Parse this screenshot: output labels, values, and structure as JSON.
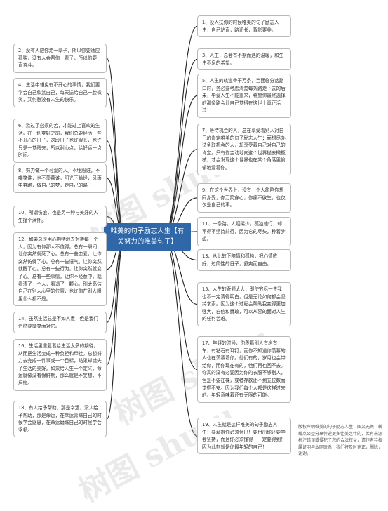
{
  "center_title": "唯美的句子励志人生【有关努力的唯美句子】",
  "left_nodes": [
    {
      "id": "n2",
      "text": "2、没有人陪你走一辈子，所以你要适应孤独，没有人会帮你一辈子，所以你要一直奋斗。"
    },
    {
      "id": "n4",
      "text": "4、生活中难免有不开心的事情，我们要学会自己欣赏自己，每天送给自己一脸微笑，又何愁没有人生的快乐。"
    },
    {
      "id": "n6",
      "text": "6、熬过了必须的苦，才能过上喜欢的生活。在一切变好之前，我们总要经历一些不开心的日子，这段日子也许很长，也许只是一觉醒来，所以耐心点，给好运一点时间。"
    },
    {
      "id": "n8",
      "text": "8、努力做一个可爱的人。不埋怨谁，不嘲笑谁，也不羡慕谁，阳光下灿烂，风雨中奔跑，做自己的梦，走自己的路~"
    },
    {
      "id": "n10",
      "text": "10、所谓伤痕，也是另一种与美好的人生撞个满怀。"
    },
    {
      "id": "n12",
      "text": "12、如果总是用心拘特地去对待每一个人，因为有你那人不值得。总有一瞬间，让你突然就死了心。总有一些恋爱，让你突然仿佛了心。总有一些语气，让你突然就醒了心。总有一些行为，让你突然就变了心。总有一些事情，让你不经意中，就看清了一个人，看透了一颗心。别太高估自己在别人心里的位置，也许你在别人眼里什么都不是。"
    },
    {
      "id": "n14",
      "text": "14、虽然生活总是不如人意，但是我们仍然要微笑面对它。"
    },
    {
      "id": "n16",
      "text": "16、生活里重复着给生活太多的期待，从而把生活变成一种负担和牵挂。总想努力去完成一件事或一个目标，结果却错失了生活的美好。如果给人生一个定义，命运就像没有保鲜期，那么就是不妄想，不后悔。"
    },
    {
      "id": "n18",
      "text": "18、有人给予帮助，那是幸运，没人给予帮助，那是命运，在幸运青睐自己的时候学会感恩，在命运磨练自己的时候学会坚韧。"
    }
  ],
  "right_nodes": [
    {
      "id": "n1",
      "text": "1、没人扶你的时候唯美的句子励志人生，自己站直，路还长，背影要美。"
    },
    {
      "id": "n3",
      "text": "3、人生，总会有不期而遇的温暖，和生生不息的希望。"
    },
    {
      "id": "n5",
      "text": "5、人生的轨道骨干万条，当面临分岔路口时，务必要考虑清楚每条路走下去的后果，毕竟人生不能重来，希望你最终选择的那条路会让自己觉得在这世上真正活过！"
    },
    {
      "id": "n7",
      "text": "7、等待机会的人，总在享受着别人对自己的肯定唯美的句子励志人生；而想尽办法争取机会的人，却享受着自己对自己的肯定。只有你主动地向这个世界抛去橄榄枝，才会发现这个世界也在某个角落里偷偷地爱着你。"
    },
    {
      "id": "n9",
      "text": "9、在这个世界上，没有一个人能陪你想同身受，你万箭穿心，你痛不欲生，也仅仅是自己的事。"
    },
    {
      "id": "n11",
      "text": "11、一条路，人烟稀少，孤独难行，却不得不坚持前行，因为它的尽头，种着梦想。"
    },
    {
      "id": "n13",
      "text": "13、从此故下陪情和孤独，把心情收好，过简性的日子，舒爽而自由。"
    },
    {
      "id": "n15",
      "text": "15、人生的奇题太大，即使穷尽一生我也不一定清得明白，但是无论如何都会坚持求索。因为这个过程会帮助我变得更加强大，自信和勇敢，可以从容的面对人生的任何苦难。"
    },
    {
      "id": "n17",
      "text": "17、年轻的时候，你羡慕别人有房有车，有钻石有耳钉，而你不知道你羡慕的人也在羡慕着你。他们有的，岁月也会带给你，而你现在有的，他们再也回不去。你真的没有必要因为你的衣服不够别人，但是不要在裸，或者存款还不到五位数而觉得不安。因为我们每个人都是这样过来的。年轻意味着还有无限的可能。"
    },
    {
      "id": "n19",
      "text": "19、人生就是这样唯美的句子励志人生：要获得你必须付出！要付出你还要学会坚持，而且你必须懂得一一定要得到！因为此刻就是你最年轻的自己！"
    }
  ],
  "footer_note": "版权声明唯美的句子励志人生：图文无关，转载点公益分享传递更多佳美之什的，若有来源标注错误或侵犯了您的合法权益，请作者持权属证明与本网联系，我们将及时更正，删除，谢谢。",
  "watermark": [
    "树图 shutu",
    "树图 shutu",
    "树图 shutu"
  ],
  "colors": {
    "center_bg": "#2f67a8",
    "link": "#1f1f1f",
    "node_border": "#b9b9b9"
  }
}
